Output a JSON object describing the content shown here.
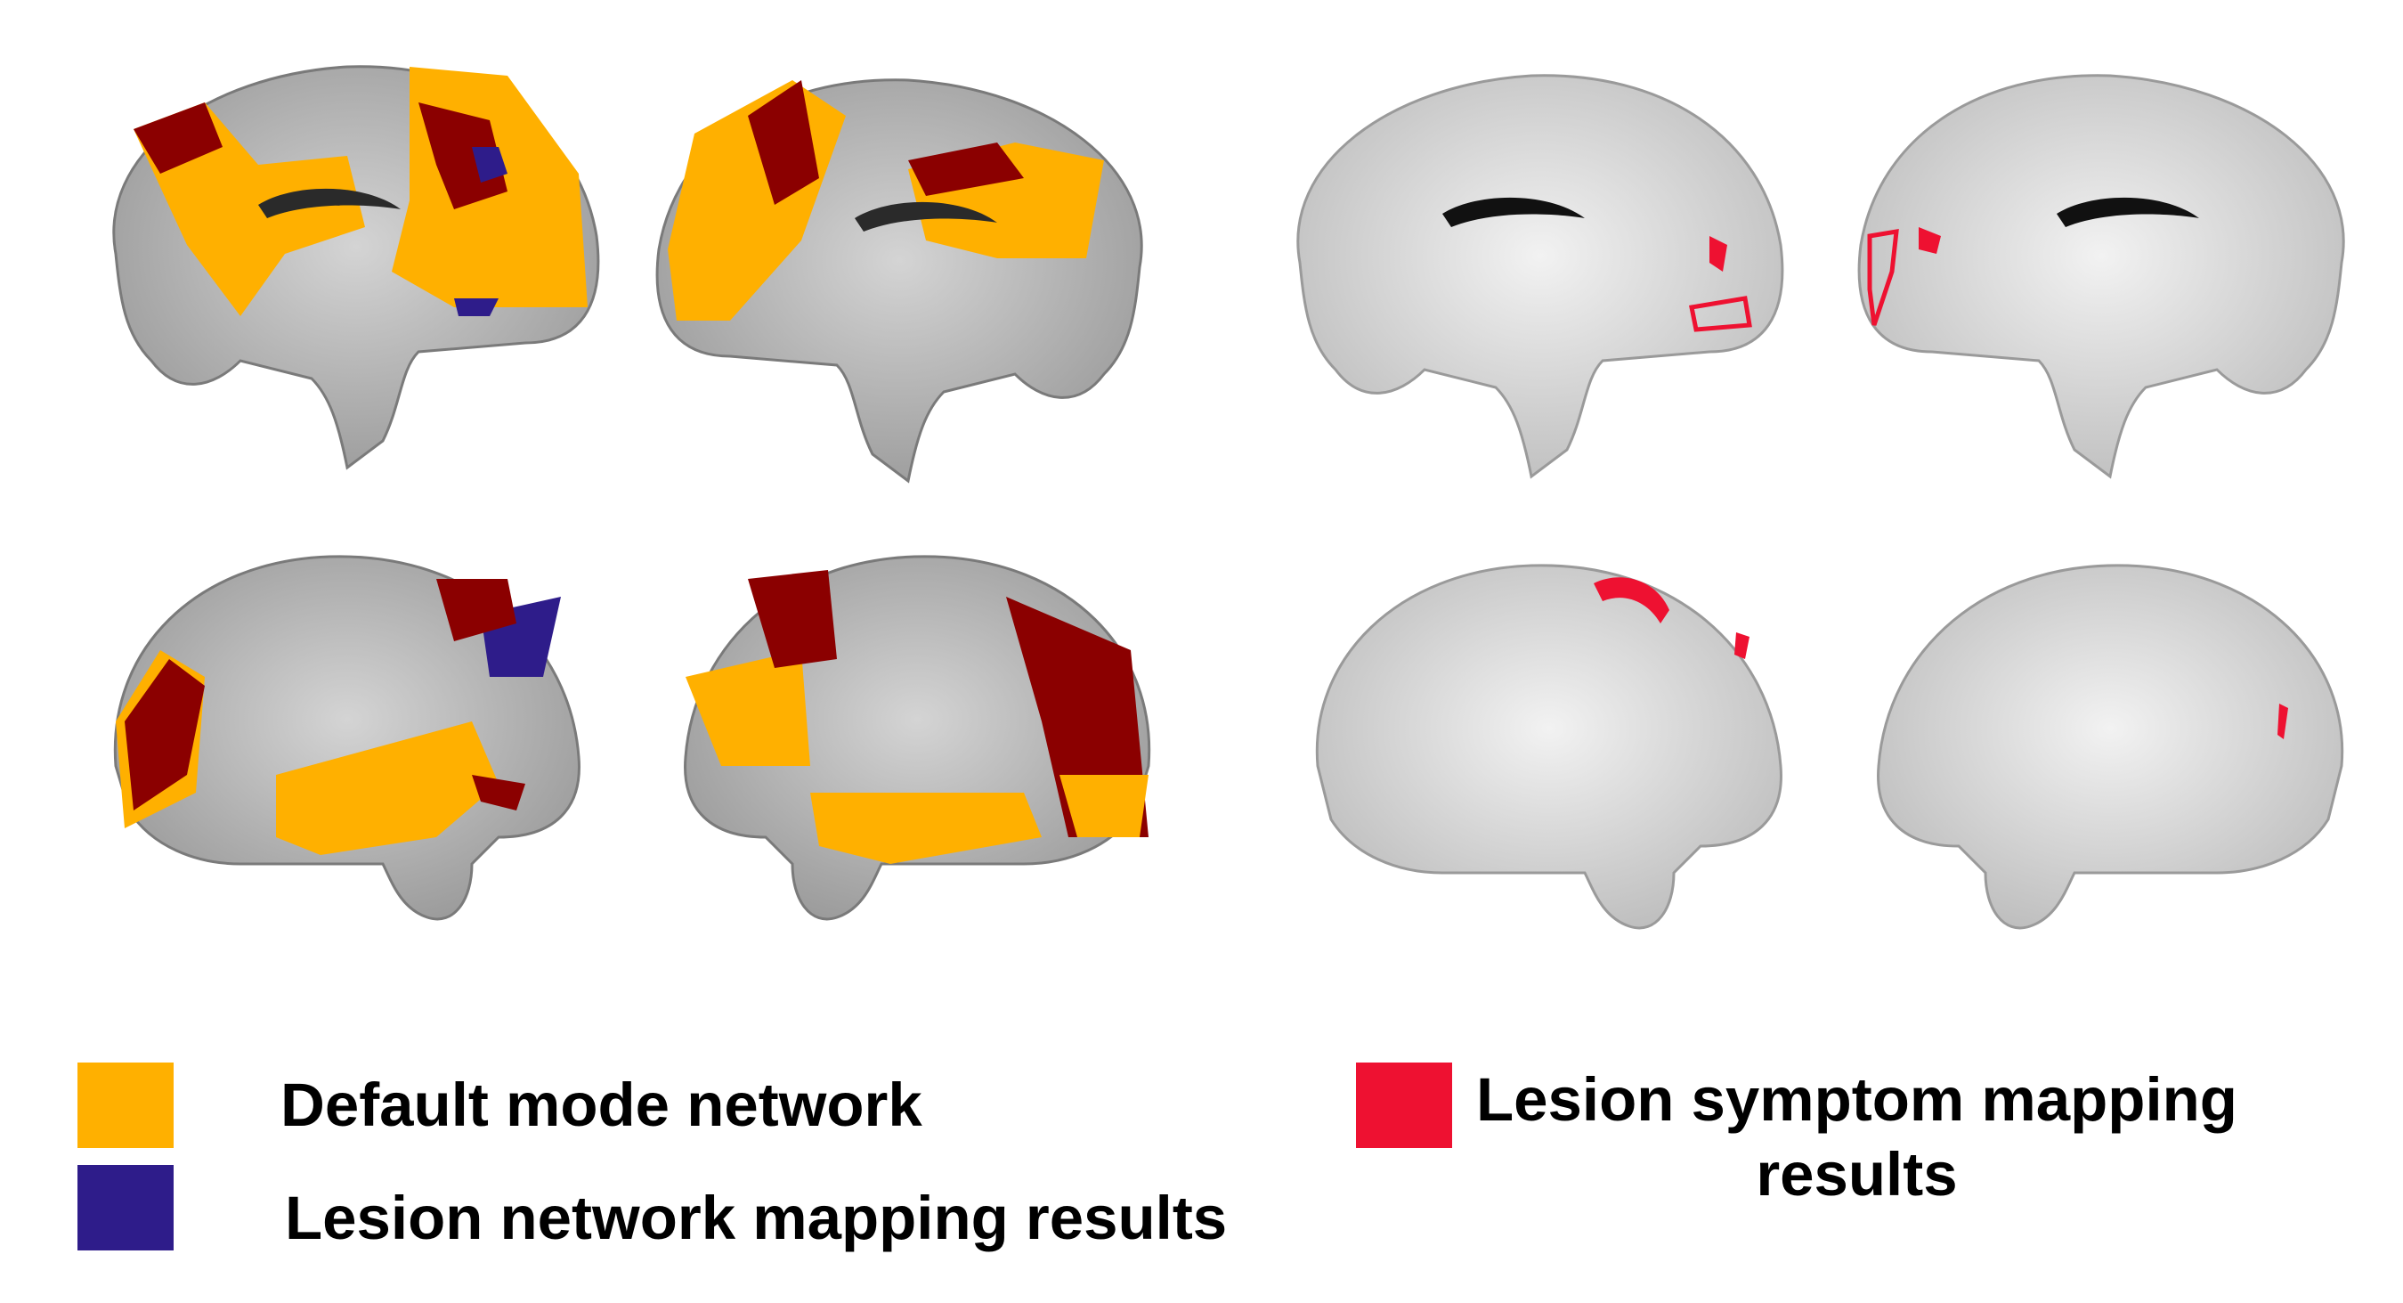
{
  "colors": {
    "default_mode_network": "#FFB000",
    "lesion_network_mapping": "#2E1C8A",
    "overlap_red": "#8B0000",
    "lesion_symptom_mapping": "#EE1131",
    "brain_gray": "#b9b9b9",
    "brain_light": "#e6e6e6"
  },
  "legend": {
    "dmn_label": "Default mode network",
    "lnm_label": "Lesion network mapping results",
    "lsm_label_line1": "Lesion symptom mapping",
    "lsm_label_line2": "results"
  },
  "panels": [
    {
      "id": "lnm-medial-left",
      "view": "medial sagittal",
      "group": "lesion network mapping"
    },
    {
      "id": "lnm-medial-right",
      "view": "medial sagittal",
      "group": "lesion network mapping"
    },
    {
      "id": "lnm-lateral-left",
      "view": "lateral sagittal",
      "group": "lesion network mapping"
    },
    {
      "id": "lnm-lateral-right",
      "view": "lateral sagittal",
      "group": "lesion network mapping"
    },
    {
      "id": "lsm-medial-left",
      "view": "medial sagittal",
      "group": "lesion symptom mapping"
    },
    {
      "id": "lsm-medial-right",
      "view": "medial sagittal",
      "group": "lesion symptom mapping"
    },
    {
      "id": "lsm-lateral-left",
      "view": "lateral sagittal",
      "group": "lesion symptom mapping"
    },
    {
      "id": "lsm-lateral-right",
      "view": "lateral sagittal",
      "group": "lesion symptom mapping"
    }
  ]
}
